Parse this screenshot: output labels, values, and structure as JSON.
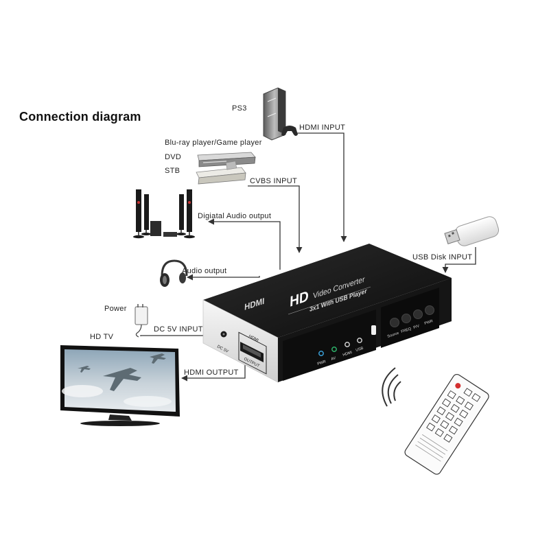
{
  "title": "Connection diagram",
  "sources": {
    "ps3": "PS3",
    "bluray": "Blu-ray player/Game player",
    "dvd": "DVD",
    "stb": "STB",
    "power": "Power",
    "hdtv": "HD TV"
  },
  "connections": {
    "hdmi_input": "HDMI INPUT",
    "cvbs_input": "CVBS INPUT",
    "usb_disk_input": "USB Disk INPUT",
    "digital_audio_output": "Digiatal Audio  output",
    "audio_output": "Audio  output",
    "dc_5v_input": "DC 5V INPUT",
    "hdmi_output": "HDMI OUTPUT"
  },
  "device": {
    "brand": "HDMI",
    "model_big": "HD",
    "model_sub": "Video Converter",
    "model_line2": "3x1 With USB Player",
    "port_dc": "DC 5V",
    "port_hdmi": "HDMI",
    "port_output": "OUTPUT",
    "leds": [
      "PWR",
      "AV",
      "HDMI",
      "USB"
    ],
    "buttons": [
      "Source",
      "FREQ",
      "P/V",
      "PWR"
    ]
  },
  "colors": {
    "device_body": "#151515",
    "device_front": "#e9e9e9",
    "line": "#333333"
  }
}
